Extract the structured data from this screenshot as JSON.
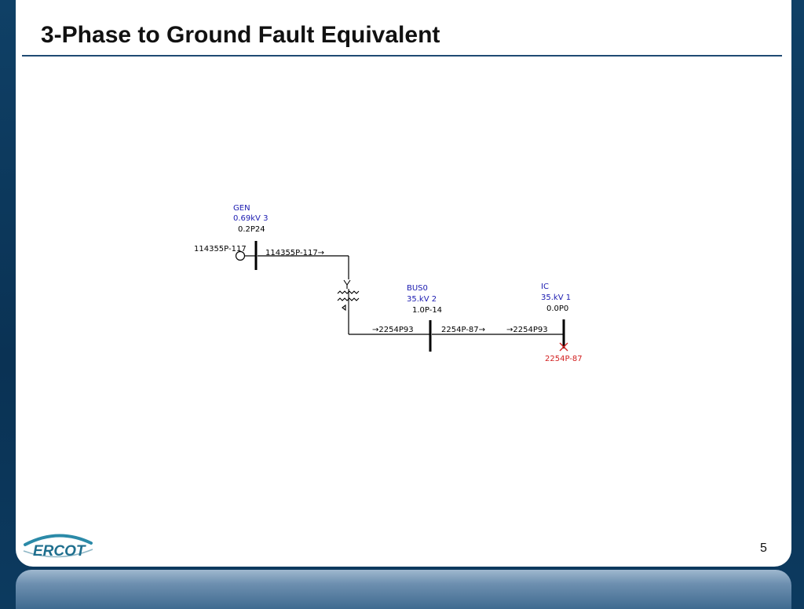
{
  "slide": {
    "title": "3-Phase to Ground Fault Equivalent",
    "page_number": "5",
    "logo_text": "ERCOT"
  },
  "diagram": {
    "gen_bus": {
      "name": "GEN",
      "kv": "0.69kV 3",
      "flow": "0.2P24"
    },
    "bus0": {
      "name": "BUS0",
      "kv": "35.kV 2",
      "flow": "1.0P-14"
    },
    "ic_bus": {
      "name": "IC",
      "kv": "35.kV 1",
      "flow": "0.0P0"
    },
    "gen_injection_label": "114355P-117",
    "gen_branch_label": "114355P-117→",
    "xfmr_to_bus0_label": "→2254P93",
    "bus0_to_ic_label": "2254P-87→",
    "ic_incoming_label": "→2254P93",
    "fault_label": "2254P-87",
    "colors": {
      "bus_name": "#1a1ab0",
      "fault": "#d22020",
      "line": "#000000",
      "accent": "#1f4a73"
    }
  }
}
